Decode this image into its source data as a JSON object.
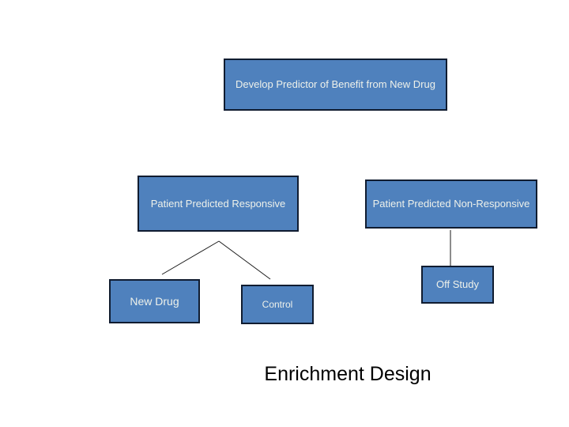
{
  "diagram": {
    "title": "Enrichment Design",
    "nodes": {
      "develop_predictor": "Develop Predictor of Benefit from New Drug",
      "predicted_responsive": "Patient Predicted Responsive",
      "predicted_non_responsive": "Patient Predicted Non-Responsive",
      "new_drug": "New Drug",
      "control": "Control",
      "off_study": "Off Study"
    },
    "connectors": [
      {
        "from": "predicted_responsive",
        "to": "new_drug"
      },
      {
        "from": "predicted_responsive",
        "to": "control"
      },
      {
        "from": "predicted_non_responsive",
        "to": "off_study"
      }
    ],
    "colors": {
      "background": "#ffffff",
      "node_fill": "#4f81bd",
      "node_border": "#101c30",
      "node_text": "#eef1ea",
      "connector": "#1a1a1a",
      "title_text": "#000000"
    }
  }
}
